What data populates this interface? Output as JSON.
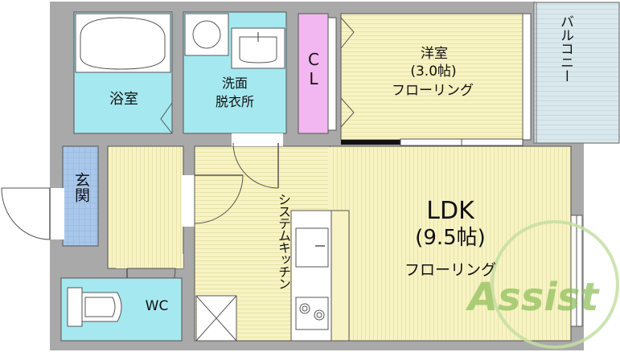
{
  "rooms": {
    "bathroom": {
      "label": "浴室"
    },
    "washroom": {
      "label_line1": "洗面",
      "label_line2": "脱衣所"
    },
    "closet": {
      "label": "CL"
    },
    "western_room": {
      "label_line1": "洋室",
      "label_line2": "(3.0帖)",
      "label_line3": "フローリング"
    },
    "balcony": {
      "label": "バルコニー"
    },
    "entrance": {
      "label": "玄関"
    },
    "ldk": {
      "label_line1": "LDK",
      "label_line2": "(9.5帖)",
      "label_line3": "フローリング"
    },
    "kitchen": {
      "label": "システムキッチン"
    },
    "toilet": {
      "label": "WC"
    }
  },
  "watermark": {
    "text": "Assist"
  },
  "colors": {
    "wall": "#a9a9a9",
    "floor": "#f7f3c4",
    "wet_area": "#a6e8ef",
    "closet": "#f2b6f0",
    "entrance": "#a9c7ea",
    "balcony": "#d7e8ec",
    "watermark": "#8fbf5a"
  }
}
